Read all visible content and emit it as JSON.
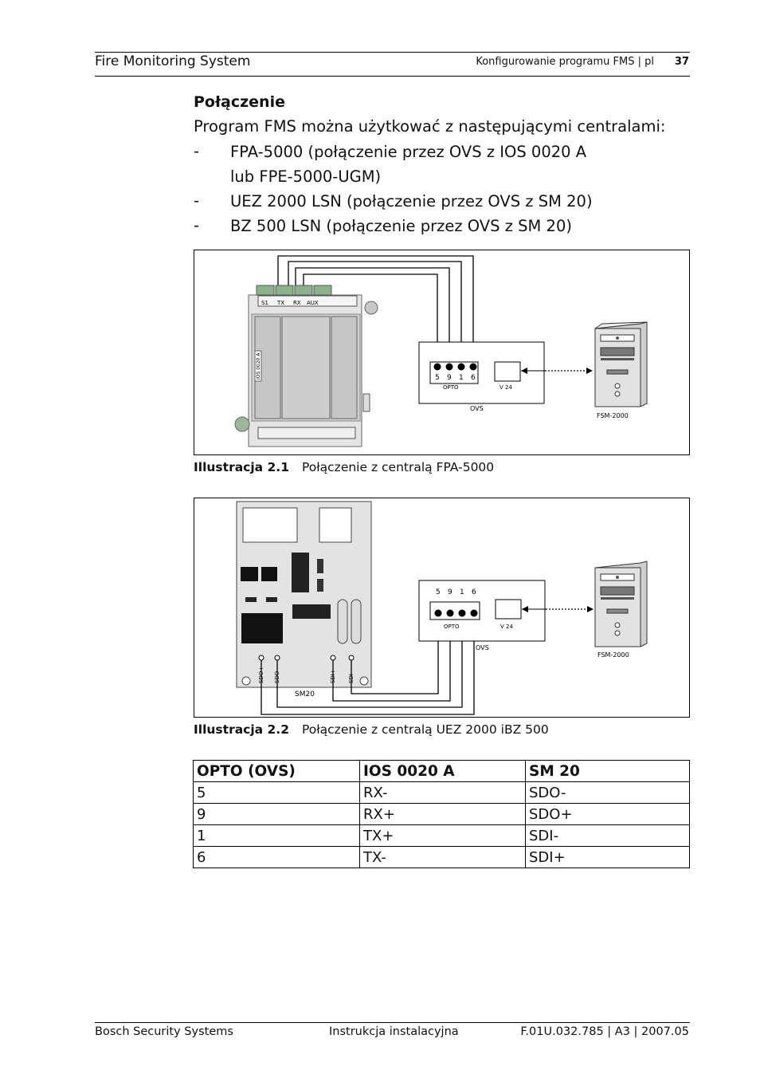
{
  "header": {
    "doc_title": "Fire Monitoring System",
    "section": "Konfigurowanie programu FMS | pl",
    "page_number": "37"
  },
  "section_title": "Połączenie",
  "intro": "Program FMS można użytkować z następującymi centralami:",
  "bullets": [
    {
      "dash": "-",
      "lines": [
        "FPA-5000 (połączenie przez OVS z IOS 0020 A",
        "lub FPE-5000-UGM)"
      ]
    },
    {
      "dash": "-",
      "lines": [
        "UEZ 2000 LSN (połączenie przez OVS z SM 20)"
      ]
    },
    {
      "dash": "-",
      "lines": [
        "BZ 500 LSN (połączenie przez OVS z SM 20)"
      ]
    }
  ],
  "figure1": {
    "caption_label": "Illustracja  2.1",
    "caption_text": "Połączenie z centralą FPA-5000",
    "labels": {
      "s1": "S1",
      "tx": "TX",
      "rx": "RX",
      "aux": "AUX",
      "module": "IOS 0020 A",
      "pins": [
        "5",
        "9",
        "1",
        "6"
      ],
      "opto": "OPTO",
      "v24": "V 24",
      "ovs": "OVS",
      "pc": "FSM-2000"
    }
  },
  "figure2": {
    "caption_label": "Illustracja  2.2",
    "caption_text": "Połączenie z centralą UEZ 2000 iBZ 500",
    "labels": {
      "pins": [
        "5",
        "9",
        "1",
        "6"
      ],
      "opto": "OPTO",
      "v24": "V 24",
      "ovs": "OVS",
      "pc": "FSM-2000",
      "sm20": "SM20",
      "sdo_plus": "SDO+",
      "sdo_minus": "SDO-",
      "sdi_plus": "SDI+",
      "sdi_minus": "SDI-"
    }
  },
  "table": {
    "headers": [
      "OPTO (OVS)",
      "IOS 0020 A",
      "SM 20"
    ],
    "rows": [
      [
        "5",
        "RX-",
        "SDO-"
      ],
      [
        "9",
        "RX+",
        "SDO+"
      ],
      [
        "1",
        "TX+",
        "SDI-"
      ],
      [
        "6",
        "TX-",
        "SDI+"
      ]
    ]
  },
  "footer": {
    "left": "Bosch Security Systems",
    "center": "Instrukcja instalacyjna",
    "right": "F.01U.032.785 | A3 | 2007.05"
  }
}
